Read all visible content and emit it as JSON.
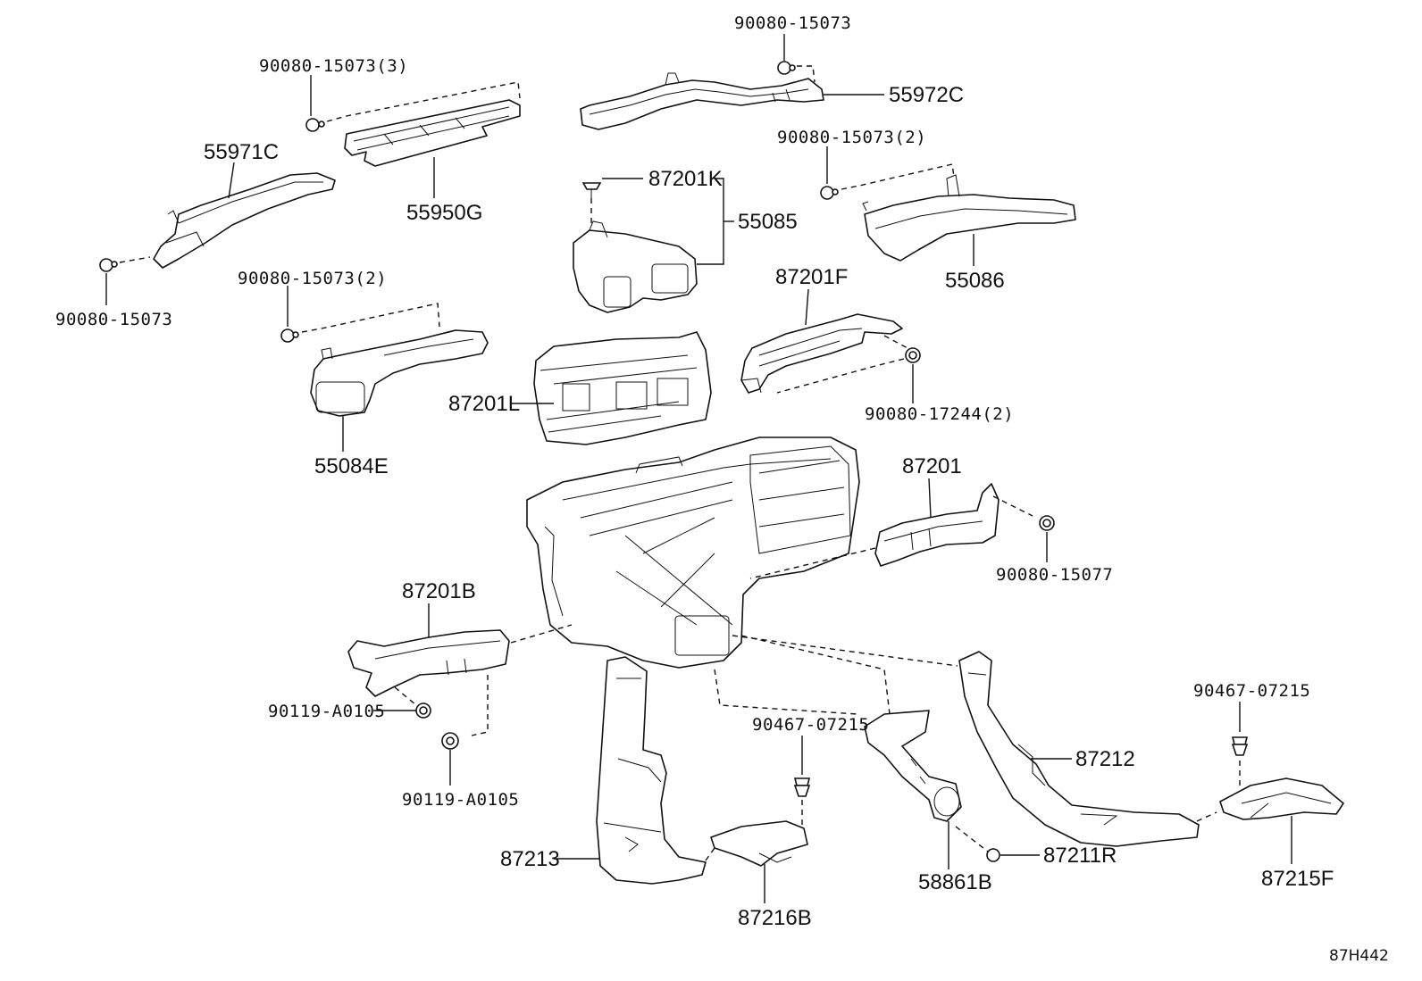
{
  "diagram_code": "87H442",
  "labels": {
    "p55972c": "55972C",
    "p90080_15073_top": "90080-15073",
    "p90080_15073_3": "90080-15073(3)",
    "p55971c": "55971C",
    "p55950g": "55950G",
    "p90080_15073_left": "90080-15073",
    "p87201k": "87201K",
    "p55085": "55085",
    "p90080_15073_2_right": "90080-15073(2)",
    "p55086": "55086",
    "p90080_15073_2_left": "90080-15073(2)",
    "p87201f": "87201F",
    "p55084e": "55084E",
    "p87201l": "87201L",
    "p90080_17244_2": "90080-17244(2)",
    "p87201": "87201",
    "p90080_15077": "90080-15077",
    "p87201b": "87201B",
    "p90119_a0105_a": "90119-A0105",
    "p90119_a0105_b": "90119-A0105",
    "p90467_07215_mid": "90467-07215",
    "p90467_07215_right": "90467-07215",
    "p87212": "87212",
    "p87213": "87213",
    "p87211r": "87211R",
    "p58861b": "58861B",
    "p87215f": "87215F",
    "p87216b": "87216B"
  }
}
